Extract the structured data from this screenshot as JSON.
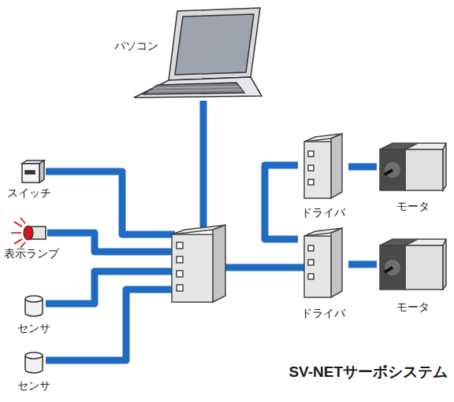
{
  "diagram": {
    "title": "SV-NETサーボシステム",
    "nodes": [
      {
        "text": [
          "パソコン"
        ]
      },
      {
        "text": [
          "スイッチ"
        ]
      },
      {
        "text": [
          "表示ランプ"
        ]
      },
      {
        "text": [
          "センサ"
        ]
      },
      {
        "text": [
          "センサ"
        ]
      },
      {
        "text": [
          "ドライバ"
        ]
      },
      {
        "text": [
          "モータ"
        ]
      },
      {
        "text": [
          "ドライバ"
        ]
      },
      {
        "text": [
          "モータ"
        ]
      }
    ],
    "edges": [
      {
        "from": 5,
        "to": 6,
        "arrow": "none"
      },
      {
        "from": 7,
        "to": 8,
        "arrow": "none"
      },
      {
        "from": 7,
        "to": 5,
        "arrow": "none"
      }
    ]
  }
}
